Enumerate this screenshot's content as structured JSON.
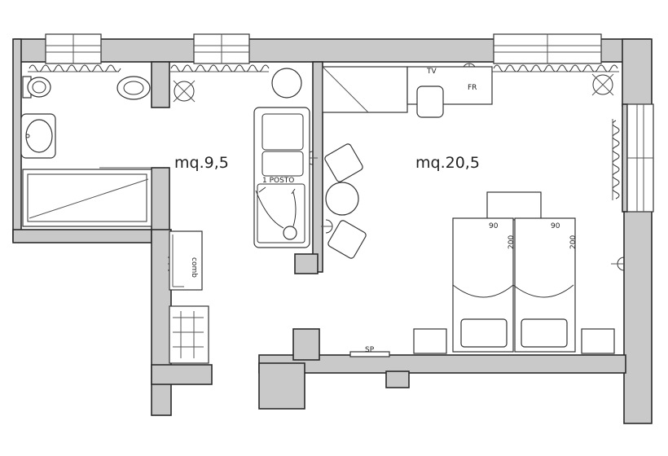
{
  "rooms": [
    {
      "area_label": "mq.9,5"
    },
    {
      "area_label": "mq.20,5"
    }
  ],
  "labels": {
    "sofa_bed": "1 POSTO",
    "tv": "TV",
    "fridge": "FR",
    "safe": "SP",
    "wardrobe": "comb",
    "bed_left_w": "90",
    "bed_left_l": "200",
    "bed_right_w": "90",
    "bed_right_l": "200"
  },
  "colors": {
    "wall_fill": "#c9c9c9",
    "line": "#333333",
    "background": "#ffffff"
  },
  "icons": [
    "light-fixture-icon",
    "socket-icon",
    "radiator-icon"
  ]
}
